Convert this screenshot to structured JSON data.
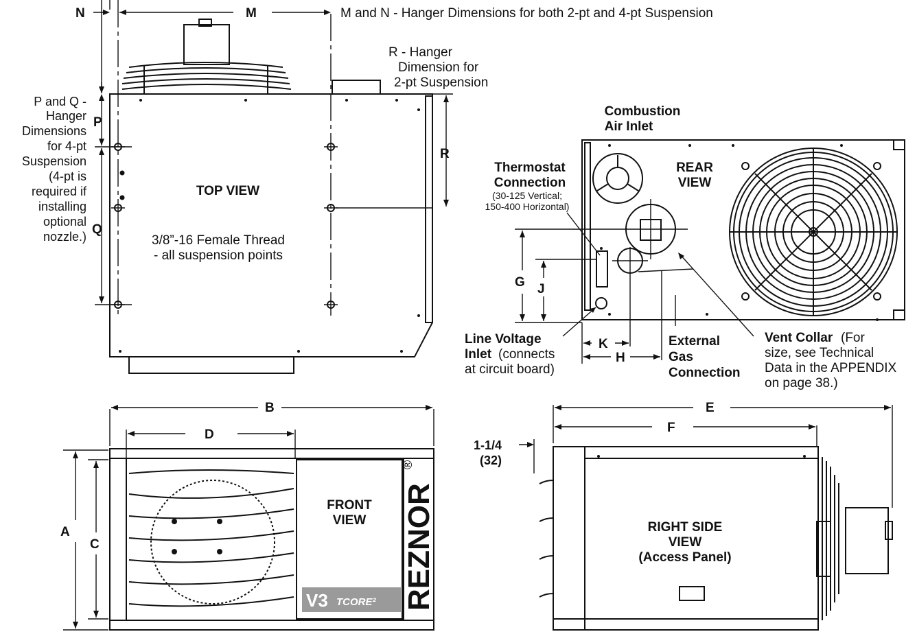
{
  "dims": {
    "N": "N",
    "M": "M",
    "R": "R",
    "P": "P",
    "Q": "Q",
    "G": "G",
    "J": "J",
    "K": "K",
    "H": "H",
    "A": "A",
    "B": "B",
    "C": "C",
    "D": "D",
    "E": "E",
    "F": "F",
    "inch": "1-1/4",
    "mm": "(32)"
  },
  "notes": {
    "mn": "M and N - Hanger Dimensions for both 2-pt and 4-pt Suspension",
    "r": [
      "R - Hanger",
      "Dimension for",
      "2-pt Suspension"
    ],
    "pq": [
      "P and Q -",
      "Hanger",
      "Dimensions",
      "for 4-pt",
      "Suspension",
      "(4-pt is",
      "required if",
      "installing",
      "optional",
      "nozzle.)"
    ],
    "thread": [
      "3/8”-16 Female Thread",
      "- all suspension points"
    ]
  },
  "views": {
    "top": "TOP VIEW",
    "rear": [
      "REAR",
      "VIEW"
    ],
    "front": [
      "FRONT",
      "VIEW"
    ],
    "side": [
      "RIGHT SIDE",
      "VIEW",
      "(Access Panel)"
    ]
  },
  "callouts": {
    "combustion": [
      "Combustion",
      "Air Inlet"
    ],
    "thermo_title": [
      "Thermostat",
      "Connection"
    ],
    "thermo_sub": [
      "(30-125 Vertical;",
      "150-400 Horizontal)"
    ],
    "line_voltage_bold": [
      "Line Voltage",
      "Inlet"
    ],
    "line_voltage_rest": [
      " (connects",
      "at circuit board)"
    ],
    "gas": [
      "External",
      "Gas",
      "Connection"
    ],
    "vent_bold": "Vent Collar",
    "vent_rest": [
      " (For",
      "size, see Technical",
      "Data in the APPENDIX",
      "on page 38.)"
    ]
  },
  "brand": {
    "name": "REZNOR",
    "reg": "®",
    "badge_v": "V3",
    "badge_t": "TCORE²"
  }
}
